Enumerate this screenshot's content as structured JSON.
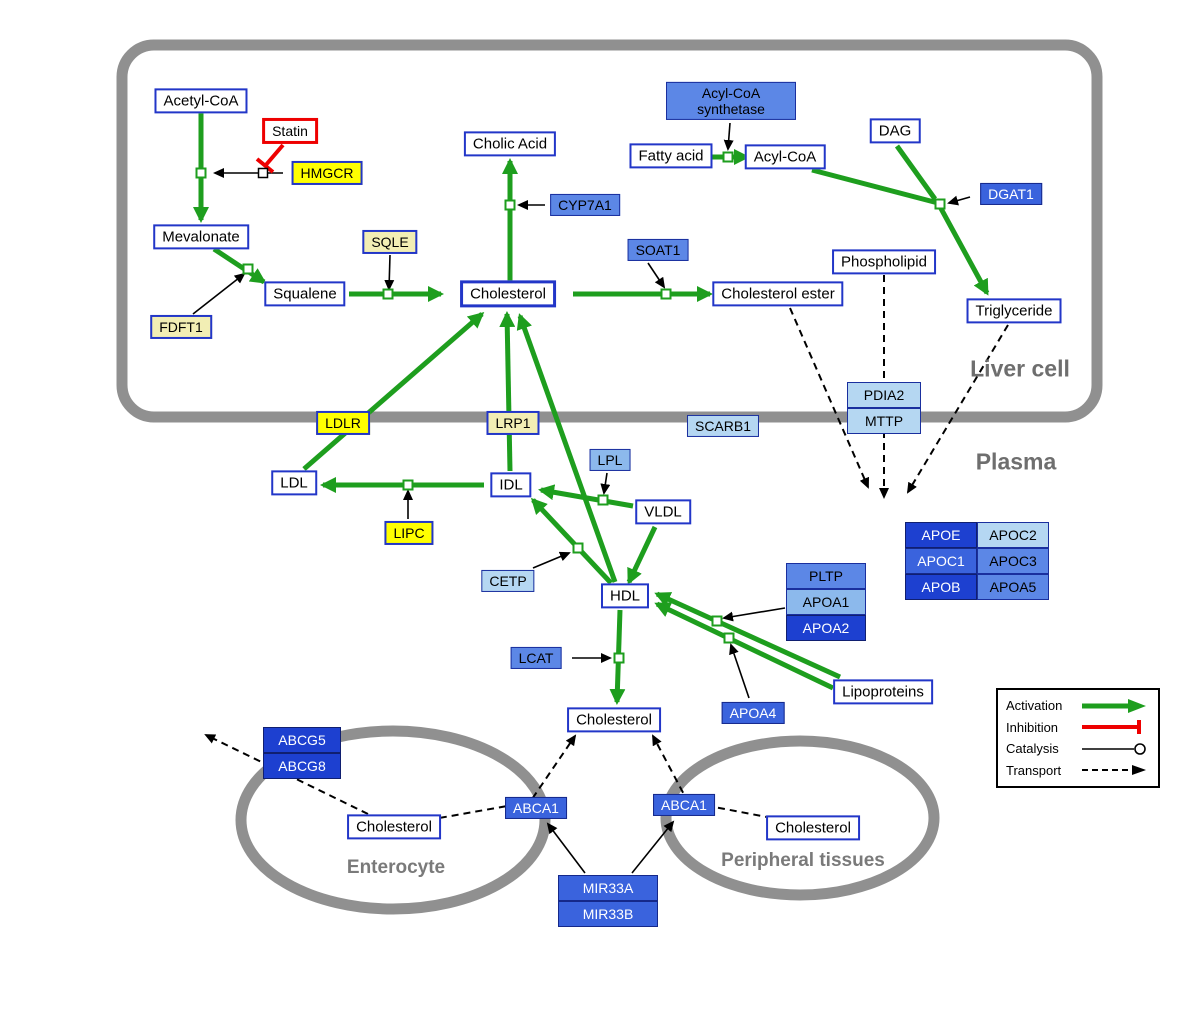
{
  "palette": {
    "activation_green": "#1e9e1e",
    "inhibition_red": "#ee0000",
    "metabolite_border_blue": "#2236c8",
    "gene_yellow": "#ffff00",
    "gene_pale_yellow": "#f2eeb4",
    "gene_blue_light": "#b5d7f2",
    "gene_blue_medium": "#5c87e6",
    "gene_blue_dark": "#1d40d0",
    "membrane_gray": "#909090",
    "edge_black": "#000000"
  },
  "compartments": {
    "liver": "Liver cell",
    "plasma": "Plasma",
    "enterocyte": "Enterocyte",
    "peripheral": "Peripheral tissues"
  },
  "legend": {
    "activation": "Activation",
    "inhibition": "Inhibition",
    "catalysis": "Catalysis",
    "transport": "Transport"
  },
  "nodes": {
    "acetyl_coa": {
      "label": "Acetyl-CoA"
    },
    "statin": {
      "label": "Statin"
    },
    "hmgcr": {
      "label": "HMGCR"
    },
    "mevalonate": {
      "label": "Mevalonate"
    },
    "sqle": {
      "label": "SQLE"
    },
    "fdft1": {
      "label": "FDFT1"
    },
    "squalene": {
      "label": "Squalene"
    },
    "cholesterol_liver": {
      "label": "Cholesterol"
    },
    "cholic_acid": {
      "label": "Cholic Acid"
    },
    "cyp7a1": {
      "label": "CYP7A1"
    },
    "soat1": {
      "label": "SOAT1"
    },
    "fatty_acid": {
      "label": "Fatty acid"
    },
    "acyl_coa": {
      "label": "Acyl-CoA"
    },
    "acyl_coa_synthetase": {
      "label": "Acyl-CoA synthetase"
    },
    "dag": {
      "label": "DAG"
    },
    "dgat1": {
      "label": "DGAT1"
    },
    "phospholipid": {
      "label": "Phospholipid"
    },
    "triglyceride": {
      "label": "Triglyceride"
    },
    "cholesterol_ester": {
      "label": "Cholesterol ester"
    },
    "pdia2": {
      "label": "PDIA2"
    },
    "mttp": {
      "label": "MTTP"
    },
    "scarb1": {
      "label": "SCARB1"
    },
    "ldlr": {
      "label": "LDLR"
    },
    "lrp1": {
      "label": "LRP1"
    },
    "lpl": {
      "label": "LPL"
    },
    "ldl": {
      "label": "LDL"
    },
    "idl": {
      "label": "IDL"
    },
    "vldl": {
      "label": "VLDL"
    },
    "lipc": {
      "label": "LIPC"
    },
    "cetp": {
      "label": "CETP"
    },
    "hdl": {
      "label": "HDL"
    },
    "lcat": {
      "label": "LCAT"
    },
    "pltp": {
      "label": "PLTP"
    },
    "apoa1": {
      "label": "APOA1"
    },
    "apoa2": {
      "label": "APOA2"
    },
    "apoa4": {
      "label": "APOA4"
    },
    "lipoproteins": {
      "label": "Lipoproteins"
    },
    "apoe": {
      "label": "APOE"
    },
    "apoc2": {
      "label": "APOC2"
    },
    "apoc1": {
      "label": "APOC1"
    },
    "apoc3": {
      "label": "APOC3"
    },
    "apob": {
      "label": "APOB"
    },
    "apoa5": {
      "label": "APOA5"
    },
    "cholesterol_plasma": {
      "label": "Cholesterol"
    },
    "abcg5": {
      "label": "ABCG5"
    },
    "abcg8": {
      "label": "ABCG8"
    },
    "cholesterol_enterocyte": {
      "label": "Cholesterol"
    },
    "abca1_enterocyte": {
      "label": "ABCA1"
    },
    "abca1_peripheral": {
      "label": "ABCA1"
    },
    "cholesterol_peripheral": {
      "label": "Cholesterol"
    },
    "mir33a": {
      "label": "MIR33A"
    },
    "mir33b": {
      "label": "MIR33B"
    }
  }
}
